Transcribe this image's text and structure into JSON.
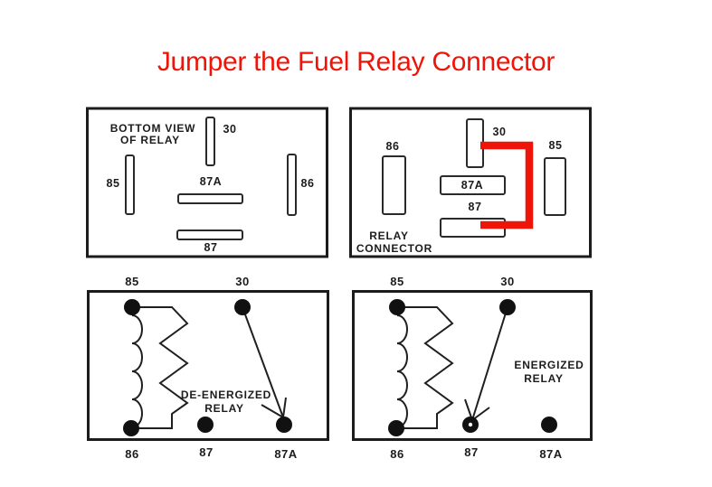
{
  "title": {
    "text": "Jumper the Fuel Relay Connector"
  },
  "colors": {
    "title_red": "#ee1409",
    "jumper_red": "#ee1409",
    "ink": "#1c1c1c",
    "background": "#ffffff"
  },
  "panel_bottom_view": {
    "caption_line1": "BOTTOM VIEW",
    "caption_line2": "OF RELAY",
    "pin_30": "30",
    "pin_85": "85",
    "pin_86": "86",
    "pin_87a": "87A",
    "pin_87": "87"
  },
  "panel_connector": {
    "caption_line1": "RELAY",
    "caption_line2": "CONNECTOR",
    "pin_30": "30",
    "pin_85": "85",
    "pin_86": "86",
    "pin_87a": "87A",
    "pin_87": "87"
  },
  "panel_deenergized": {
    "caption_line1": "DE-ENERGIZED",
    "caption_line2": "RELAY",
    "t_85": "85",
    "t_30": "30",
    "t_86": "86",
    "t_87": "87",
    "t_87a": "87A"
  },
  "panel_energized": {
    "caption_line1": "ENERGIZED",
    "caption_line2": "RELAY",
    "t_85": "85",
    "t_30": "30",
    "t_86": "86",
    "t_87": "87",
    "t_87a": "87A"
  }
}
